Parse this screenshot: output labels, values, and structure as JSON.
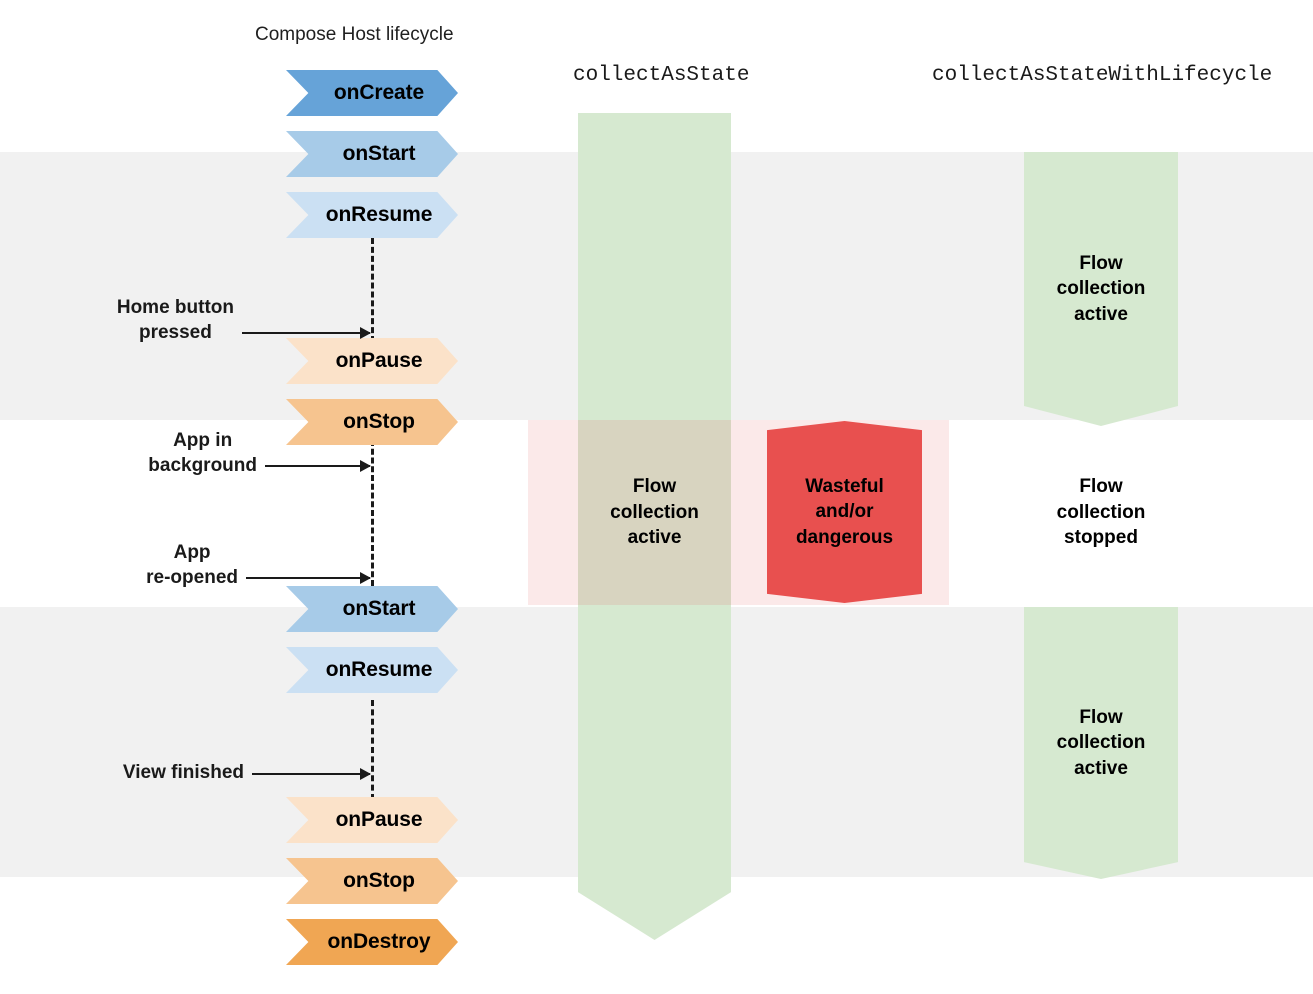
{
  "diagram": {
    "title": "Compose Host lifecycle",
    "columns": [
      {
        "name": "lifecycle",
        "label": "Compose Host lifecycle"
      },
      {
        "name": "collect-as-state",
        "label": "collectAsState"
      },
      {
        "name": "collect-as-state-with-lifecycle",
        "label": "collectAsStateWithLifecycle"
      }
    ],
    "lifecycle_events": [
      {
        "id": "onCreate-1",
        "label": "onCreate",
        "color": "#66a3d8"
      },
      {
        "id": "onStart-1",
        "label": "onStart",
        "color": "#a7cbe8"
      },
      {
        "id": "onResume-1",
        "label": "onResume",
        "color": "#cbe0f3"
      },
      {
        "id": "onPause-1",
        "label": "onPause",
        "color": "#fbe2c9"
      },
      {
        "id": "onStop-1",
        "label": "onStop",
        "color": "#f6c48f"
      },
      {
        "id": "onStart-2",
        "label": "onStart",
        "color": "#a7cbe8"
      },
      {
        "id": "onResume-2",
        "label": "onResume",
        "color": "#cbe0f3"
      },
      {
        "id": "onPause-2",
        "label": "onPause",
        "color": "#fbe2c9"
      },
      {
        "id": "onStop-2",
        "label": "onStop",
        "color": "#f6c48f"
      },
      {
        "id": "onDestroy-1",
        "label": "onDestroy",
        "color": "#f0a653"
      }
    ],
    "annotations": [
      {
        "id": "home-button-pressed",
        "label": "Home button\npressed"
      },
      {
        "id": "app-in-background",
        "label": "App in\nbackground"
      },
      {
        "id": "app-re-opened",
        "label": "App\nre-opened"
      },
      {
        "id": "view-finished",
        "label": "View finished"
      }
    ],
    "flow_bars": [
      {
        "id": "cas-active-top",
        "column": "collectAsState",
        "label": "",
        "state": "active"
      },
      {
        "id": "cas-active-mid",
        "column": "collectAsState",
        "label": "Flow\ncollection\nactive",
        "state": "active"
      },
      {
        "id": "cas-active-bottom",
        "column": "collectAsState",
        "label": "",
        "state": "active"
      },
      {
        "id": "caswl-active-top",
        "column": "collectAsStateWithLifecycle",
        "label": "Flow\ncollection\nactive",
        "state": "active"
      },
      {
        "id": "caswl-stopped",
        "column": "collectAsStateWithLifecycle",
        "label": "Flow\ncollection\nstopped",
        "state": "stopped"
      },
      {
        "id": "caswl-active-bot",
        "column": "collectAsStateWithLifecycle",
        "label": "Flow\ncollection\nactive",
        "state": "active"
      }
    ],
    "danger": {
      "id": "wasteful-dangerous",
      "label": "Wasteful\nand/or\ndangerous"
    },
    "colors": {
      "band_gray": "#f1f1f1",
      "band_pink": "#fbe9e9",
      "flow_green": "#d6e9d0",
      "flow_green_over_pink": "#d8d4c0",
      "danger_red": "#e8504f",
      "page_background": "#ffffff",
      "text": "#1a1a1a"
    }
  }
}
